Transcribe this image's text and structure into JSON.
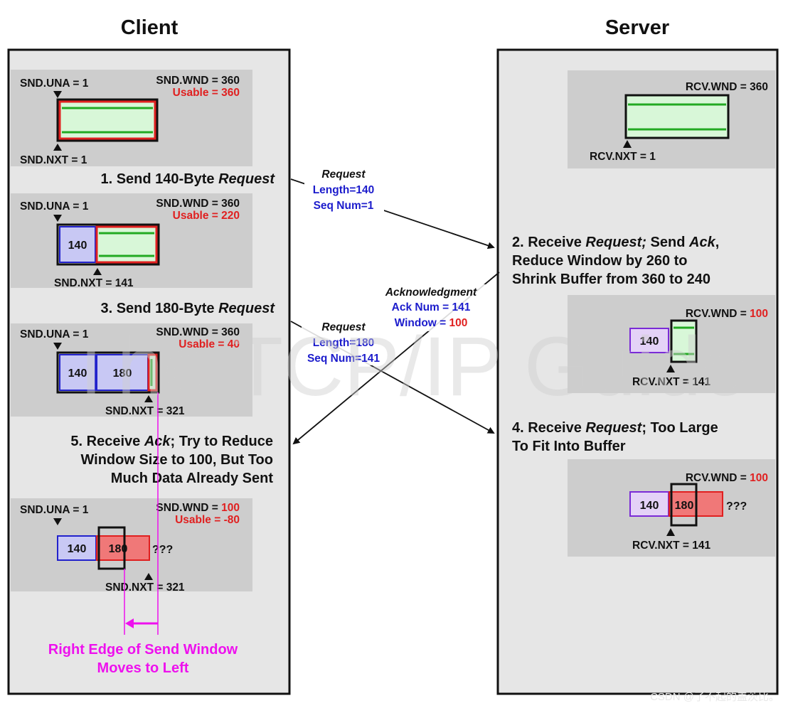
{
  "headers": {
    "client": "Client",
    "server": "Server"
  },
  "watermark": "The TCP/IP Guide",
  "credit": "CSDN @了不起的盖茨比。",
  "colors": {
    "panel": "#e6e6e6",
    "box": "#cdcdcd",
    "green": "#22aa22",
    "green_fill": "#d8f7d8",
    "red": "#e02020",
    "red_fill": "#f07878",
    "blue": "#2222cc",
    "blue_fill": "#c8c8f4",
    "purple": "#7a2ad6",
    "purple_fill": "#e4d2f7",
    "magenta": "#ee11ee",
    "label_blue": "#1c1ccc"
  },
  "client": {
    "box1": {
      "una": "SND.UNA = 1",
      "wnd": "SND.WND = 360",
      "usable": "Usable = 360",
      "nxt": "SND.NXT = 1"
    },
    "step1": {
      "prefix": "1. Send 140-Byte ",
      "em": "Request"
    },
    "box2": {
      "una": "SND.UNA = 1",
      "wnd": "SND.WND = 360",
      "usable": "Usable = 220",
      "nxt": "SND.NXT = 141",
      "seg1": "140"
    },
    "step3": {
      "prefix": "3. Send 180-Byte ",
      "em": "Request"
    },
    "box3": {
      "una": "SND.UNA = 1",
      "wnd": "SND.WND = 360",
      "usable": "Usable = 40",
      "nxt": "SND.NXT = 321",
      "seg1": "140",
      "seg2": "180"
    },
    "step5": {
      "l1_prefix": "5. Receive ",
      "l1_em": "Ack",
      "l1_rest": "; Try to Reduce",
      "l2": "Window Size to 100, But Too",
      "l3": "Much Data Already Sent"
    },
    "box4": {
      "una": "SND.UNA = 1",
      "wnd_prefix": "SND.WND = ",
      "wnd_val": "100",
      "usable": "Usable = -80",
      "nxt": "SND.NXT = 321",
      "seg1": "140",
      "seg2": "180",
      "qq": "???"
    },
    "edge": {
      "l1": "Right Edge of Send Window",
      "l2": "Moves to Left"
    }
  },
  "server": {
    "box1": {
      "wnd": "RCV.WND = 360",
      "nxt": "RCV.NXT = 1"
    },
    "step2": {
      "l1_prefix": "2. Receive ",
      "l1_em1": "Request;",
      "l1_mid": " Send ",
      "l1_em2": "Ack",
      "l1_end": ",",
      "l2": "Reduce Window by 260 to",
      "l3": "Shrink Buffer from 360 to 240"
    },
    "box2": {
      "wnd_prefix": "RCV.WND = ",
      "wnd_val": "100",
      "seg1": "140",
      "nxt": "RCV.NXT = 141"
    },
    "step4": {
      "l1_prefix": "4. Receive ",
      "l1_em": "Request",
      "l1_rest": "; Too Large",
      "l2": "To Fit Into Buffer"
    },
    "box3": {
      "wnd_prefix": "RCV.WND = ",
      "wnd_val": "100",
      "seg1": "140",
      "seg2": "180",
      "qq": "???",
      "nxt": "RCV.NXT = 141"
    }
  },
  "messages": {
    "req1": {
      "title": "Request",
      "len": "Length=140",
      "seq": "Seq Num=1"
    },
    "ack": {
      "title": "Acknowledgment",
      "num": "Ack Num = 141",
      "win_prefix": "Window = ",
      "win_val": "100"
    },
    "req2": {
      "title": "Request",
      "len": "Length=180",
      "seq": "Seq Num=141"
    }
  }
}
